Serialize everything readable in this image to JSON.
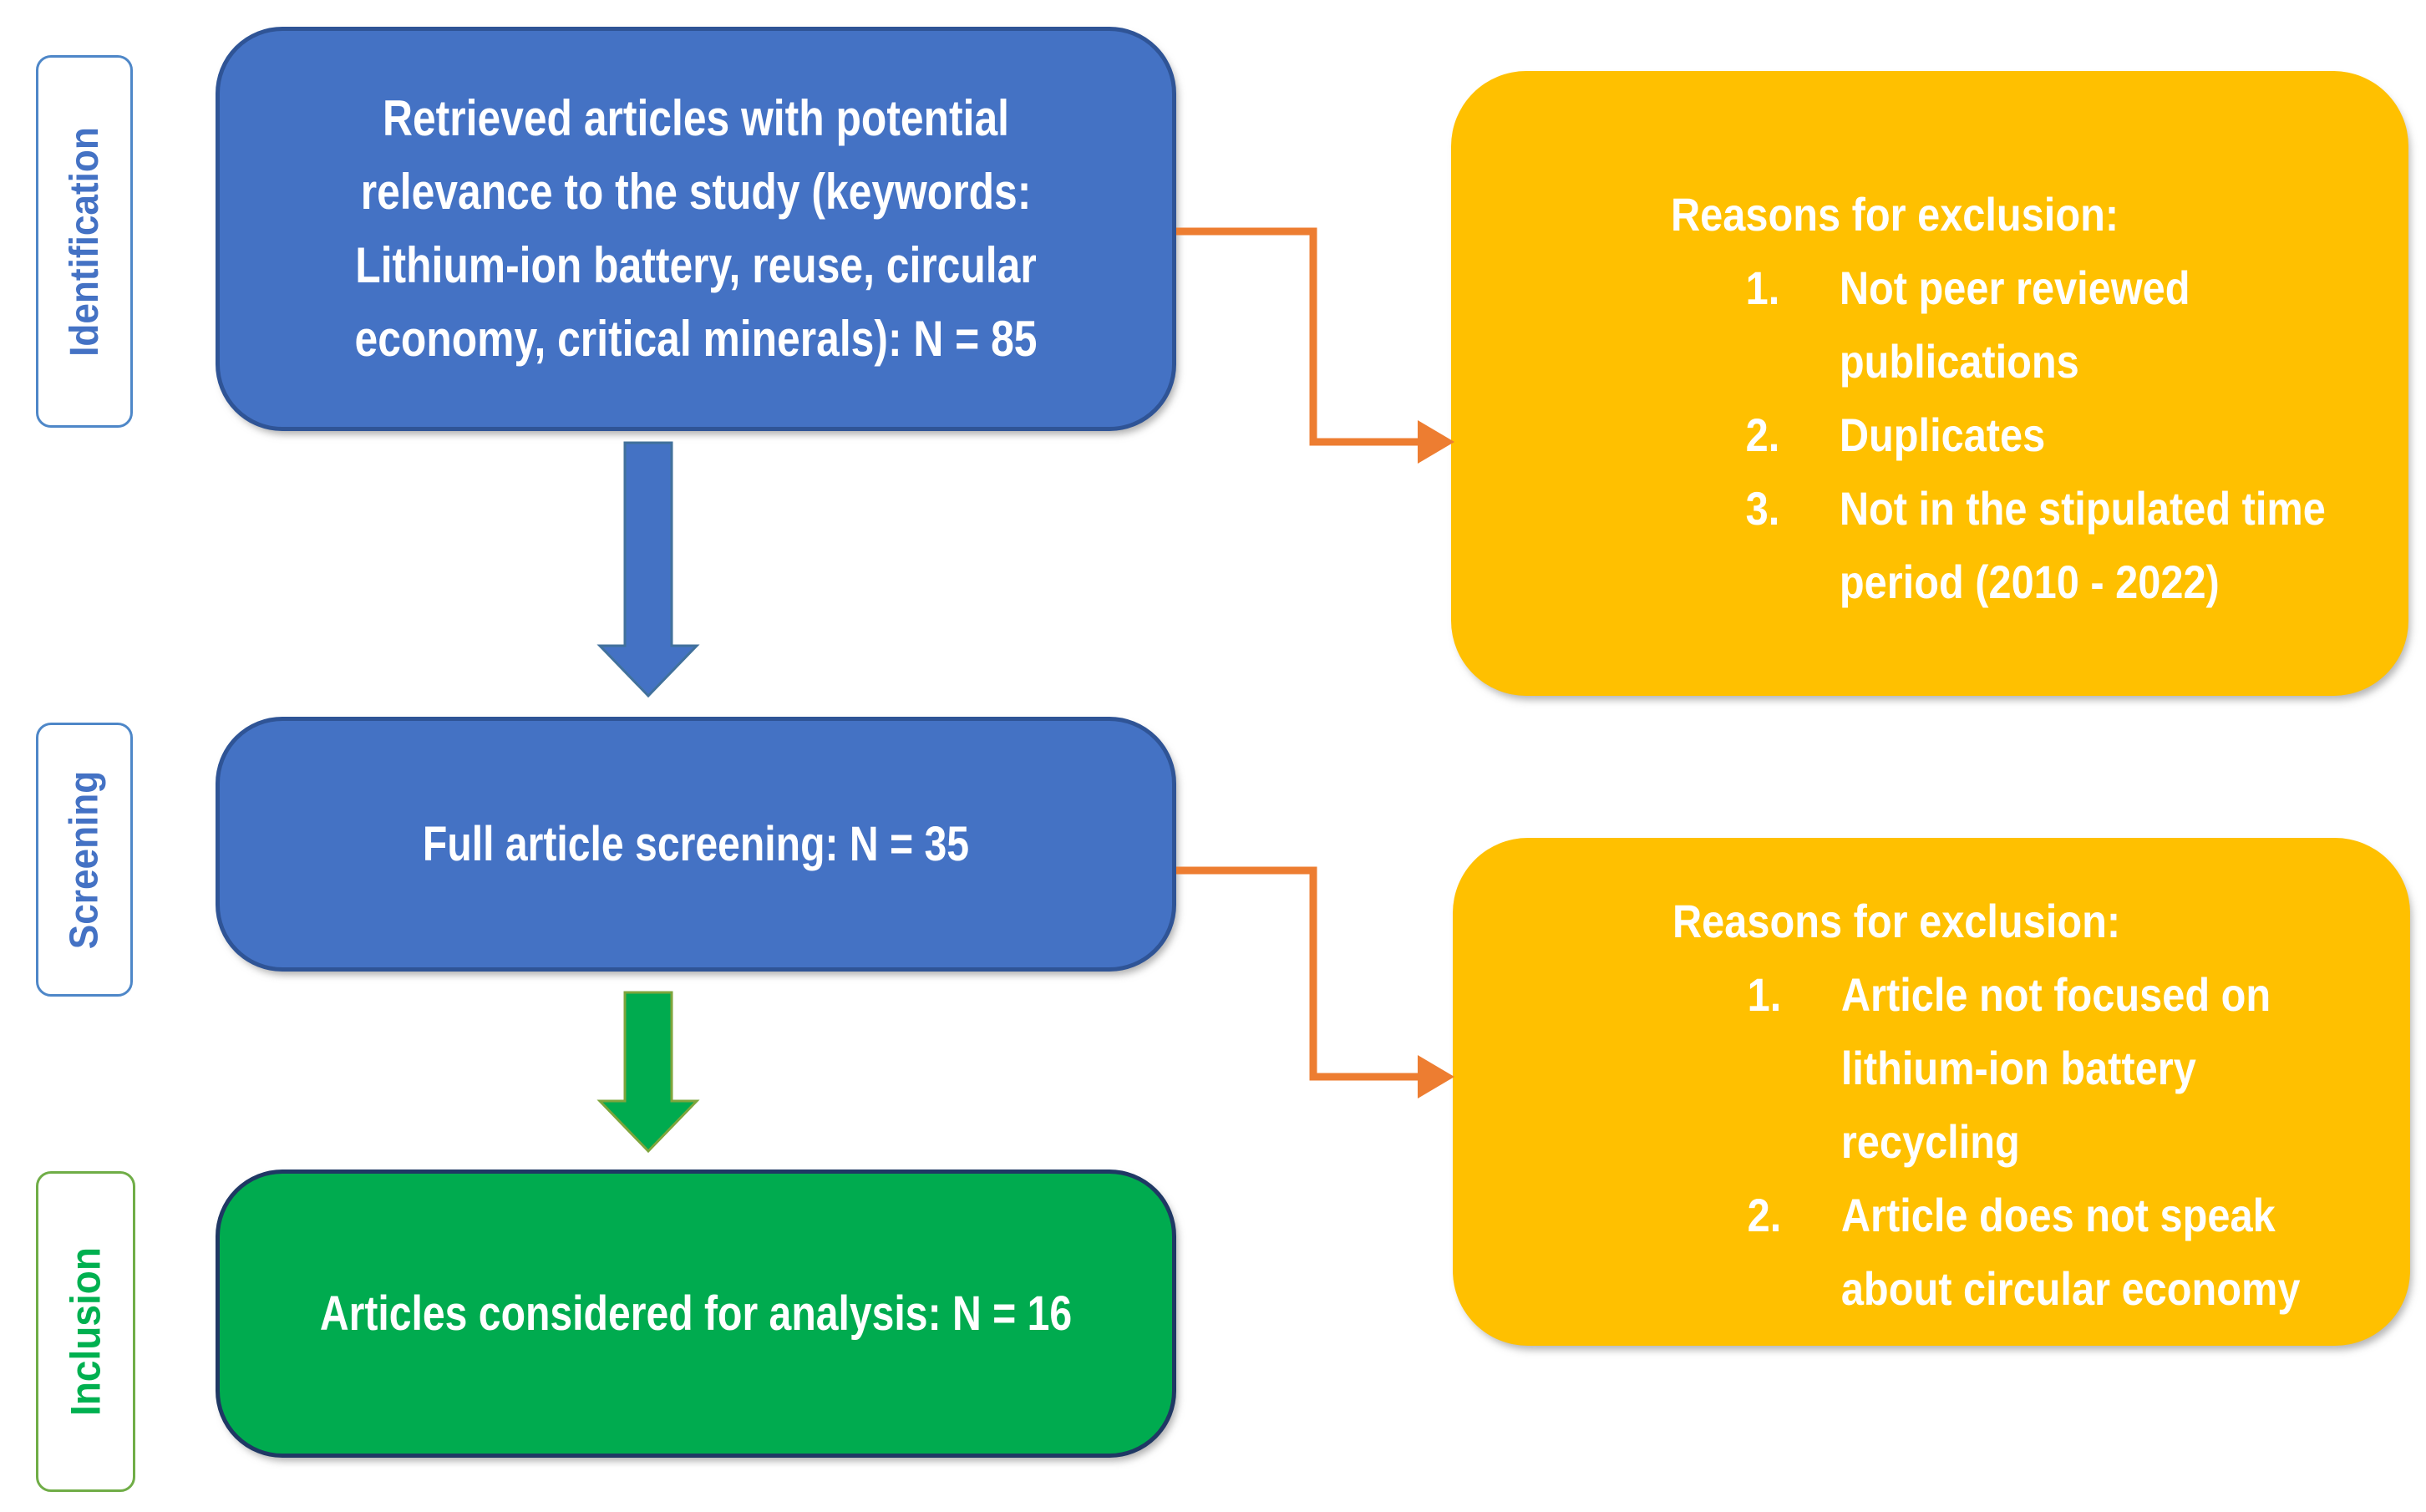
{
  "stages": [
    {
      "id": "identification",
      "label": "Identification"
    },
    {
      "id": "screening",
      "label": "Screening"
    },
    {
      "id": "inclusion",
      "label": "Inclusion"
    }
  ],
  "flow_boxes": {
    "retrieved": {
      "text": "Retrieved articles with potential\nrelevance to the study (keywords:\nLithium-ion battery, reuse, circular\neconomy, critical minerals): N = 85",
      "n": 85
    },
    "screened": {
      "text": "Full article screening: N = 35",
      "n": 35
    },
    "included": {
      "text": "Articles considered for analysis: N = 16",
      "n": 16
    }
  },
  "exclusion_boxes": [
    {
      "heading": "Reasons for exclusion:",
      "items": [
        "Not peer reviewed publications",
        "Duplicates",
        "Not in the stipulated time period (2010 - 2022)"
      ]
    },
    {
      "heading": "Reasons for exclusion:",
      "items": [
        "Article not focused on lithium-ion battery recycling",
        "Article does not speak about circular economy"
      ]
    }
  ],
  "colors": {
    "flow_blue": "#4472C4",
    "flow_blue_border": "#2F5496",
    "flow_green": "#00AB4F",
    "flow_green_border": "#1F3864",
    "exclusion_yellow": "#FFC000",
    "connector_orange": "#ED7D31",
    "label_blue": "#4472C4",
    "label_blue_border": "#4E87C8",
    "label_green": "#00B050",
    "label_green_border": "#70AD47",
    "arrow_blue_outline": "#41719C",
    "arrow_green_outline": "#7EA53C",
    "text_white": "#FFFFFF"
  }
}
